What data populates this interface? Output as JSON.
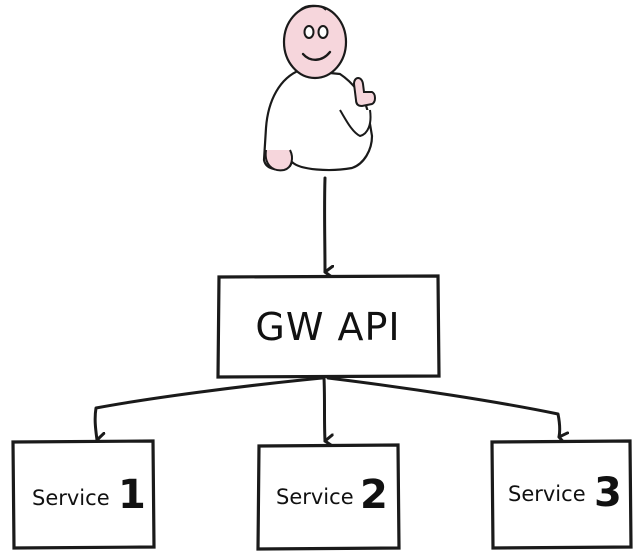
{
  "gateway": {
    "label": "GW API"
  },
  "services": [
    {
      "word": "Service",
      "number": "1"
    },
    {
      "word": "Service",
      "number": "2"
    },
    {
      "word": "Service",
      "number": "3"
    }
  ],
  "user": {
    "icon": "user-figure-icon",
    "skin_color": "#f6d6dc"
  },
  "colors": {
    "stroke": "#1a1a1a",
    "background": "#ffffff"
  }
}
